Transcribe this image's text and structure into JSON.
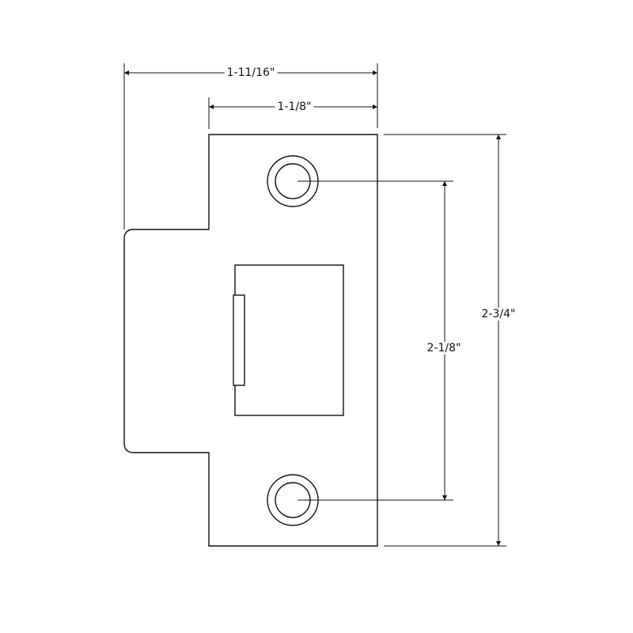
{
  "dimensions": {
    "overall_width": "1-11/16\"",
    "plate_width": "1-1/8\"",
    "hole_spacing": "2-1/8\"",
    "plate_height": "2-3/4\""
  },
  "colors": {
    "line": "#111111",
    "background": "#ffffff"
  }
}
